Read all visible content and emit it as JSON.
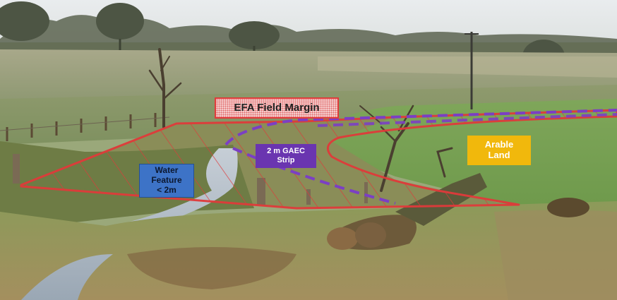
{
  "labels": {
    "efa_field_margin": "EFA Field Margin",
    "gaec_strip": {
      "line1": "2 m GAEC",
      "line2": "Strip"
    },
    "water_feature": {
      "line1": "Water",
      "line2": "Feature",
      "line3": "< 2m"
    },
    "arable_land": {
      "line1": "Arable",
      "line2": "Land"
    }
  },
  "colors": {
    "efa_outline": "#e03a3a",
    "gaec_strip_dash": "#7b3fc4",
    "gaec_label_bg": "#6a35b0",
    "water_label_bg": "#3d73c7",
    "arable_label_bg": "#f1b80c"
  }
}
